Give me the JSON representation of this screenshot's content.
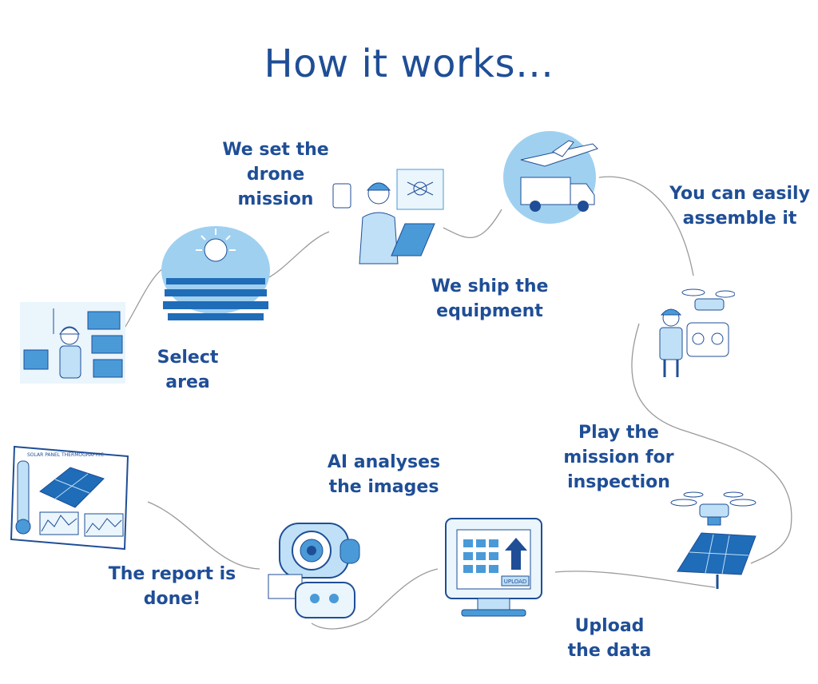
{
  "title": "How it works…",
  "steps": [
    {
      "id": "select-area",
      "label": "Select\narea",
      "icon": "worker-with-solar-panels"
    },
    {
      "id": "set-mission",
      "label": "We set the\ndrone\nmission",
      "icon": "engineer-with-laptop"
    },
    {
      "id": "ship",
      "label": "We ship the\nequipment",
      "icon": "plane-and-truck"
    },
    {
      "id": "assemble",
      "label": "You can easily\nassemble it",
      "icon": "person-with-drone-controller"
    },
    {
      "id": "play-mission",
      "label": "Play the\nmission for\ninspection",
      "icon": "drone-over-solar-panel"
    },
    {
      "id": "upload",
      "label": "Upload\nthe data",
      "icon": "monitor-upload"
    },
    {
      "id": "ai",
      "label": "AI analyses\nthe images",
      "icon": "robot-camera"
    },
    {
      "id": "report",
      "label": "The report is\ndone!",
      "icon": "thermographic-report"
    }
  ],
  "solar_field_icon": "solar-field-with-sun",
  "report_header": "SOLAR PANEL THERMOGRAPHIC",
  "upload_button": "UPLOAD",
  "colors": {
    "text": "#1f4e96",
    "accent": "#4a9ad8",
    "light": "#bfe0f6",
    "line": "#9a9a9a"
  }
}
